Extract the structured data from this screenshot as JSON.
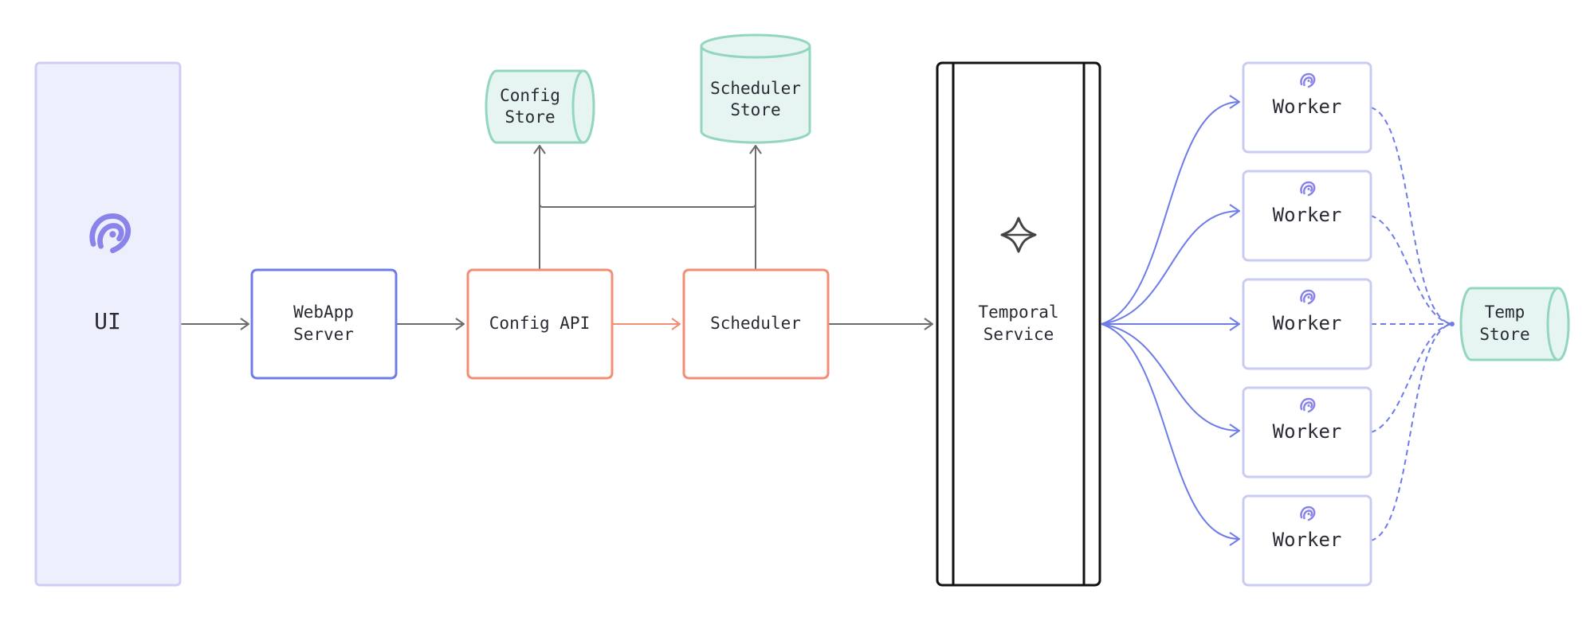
{
  "nodes": {
    "ui": {
      "label": "UI"
    },
    "webapp": {
      "line1": "WebApp",
      "line2": "Server"
    },
    "config_api": {
      "label": "Config API"
    },
    "scheduler": {
      "label": "Scheduler"
    },
    "temporal": {
      "line1": "Temporal",
      "line2": "Service"
    },
    "config_store": {
      "line1": "Config",
      "line2": "Store"
    },
    "scheduler_store": {
      "line1": "Scheduler",
      "line2": "Store"
    },
    "temp_store": {
      "line1": "Temp",
      "line2": "Store"
    },
    "workers": [
      {
        "label": "Worker"
      },
      {
        "label": "Worker"
      },
      {
        "label": "Worker"
      },
      {
        "label": "Worker"
      },
      {
        "label": "Worker"
      }
    ]
  },
  "colors": {
    "purple_fill": "#eeeffc",
    "purple_border": "#cfcdf6",
    "blue": "#6e7ce8",
    "coral": "#f28e74",
    "mint_fill": "#e6f5f1",
    "mint_border": "#93d6c0",
    "grey_line": "#6b6b6b",
    "black": "#111111",
    "worker_border": "#c9cbf3",
    "logo": "#8a84ea"
  }
}
